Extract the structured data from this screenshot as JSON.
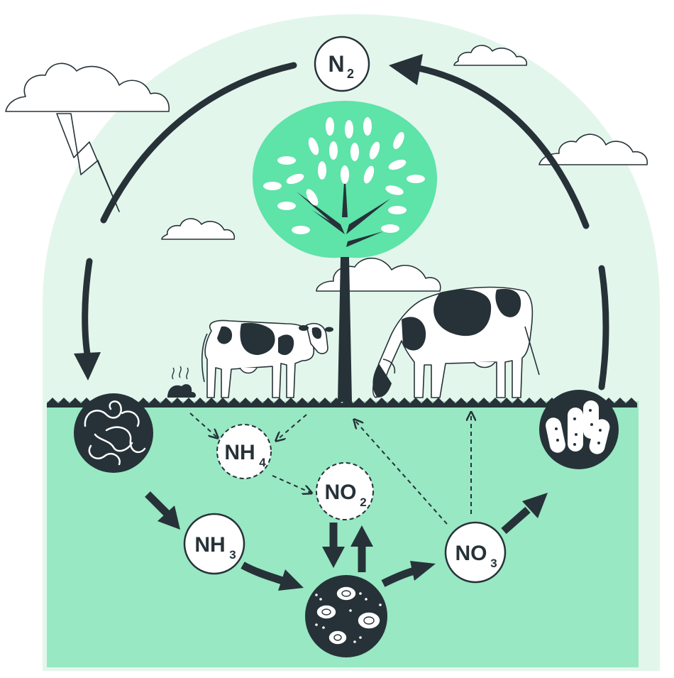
{
  "nodes": {
    "n2": {
      "main": "N",
      "sub": "2"
    },
    "nh4": {
      "main": "NH",
      "sub": "4"
    },
    "no2": {
      "main": "NO",
      "sub": "2"
    },
    "nh3": {
      "main": "NH",
      "sub": "3"
    },
    "no3": {
      "main": "NO",
      "sub": "3"
    }
  },
  "colors": {
    "sky_blob": "#e3f6ec",
    "soil": "#98e8c3",
    "tree_canopy": "#5ee3a9",
    "dark": "#263238",
    "white": "#ffffff"
  },
  "icons": [
    "lightning-icon",
    "cloud-icon",
    "tree-icon",
    "cow-icon",
    "worm-icon",
    "bacteria-icon",
    "microbe-icon",
    "dung-icon"
  ]
}
